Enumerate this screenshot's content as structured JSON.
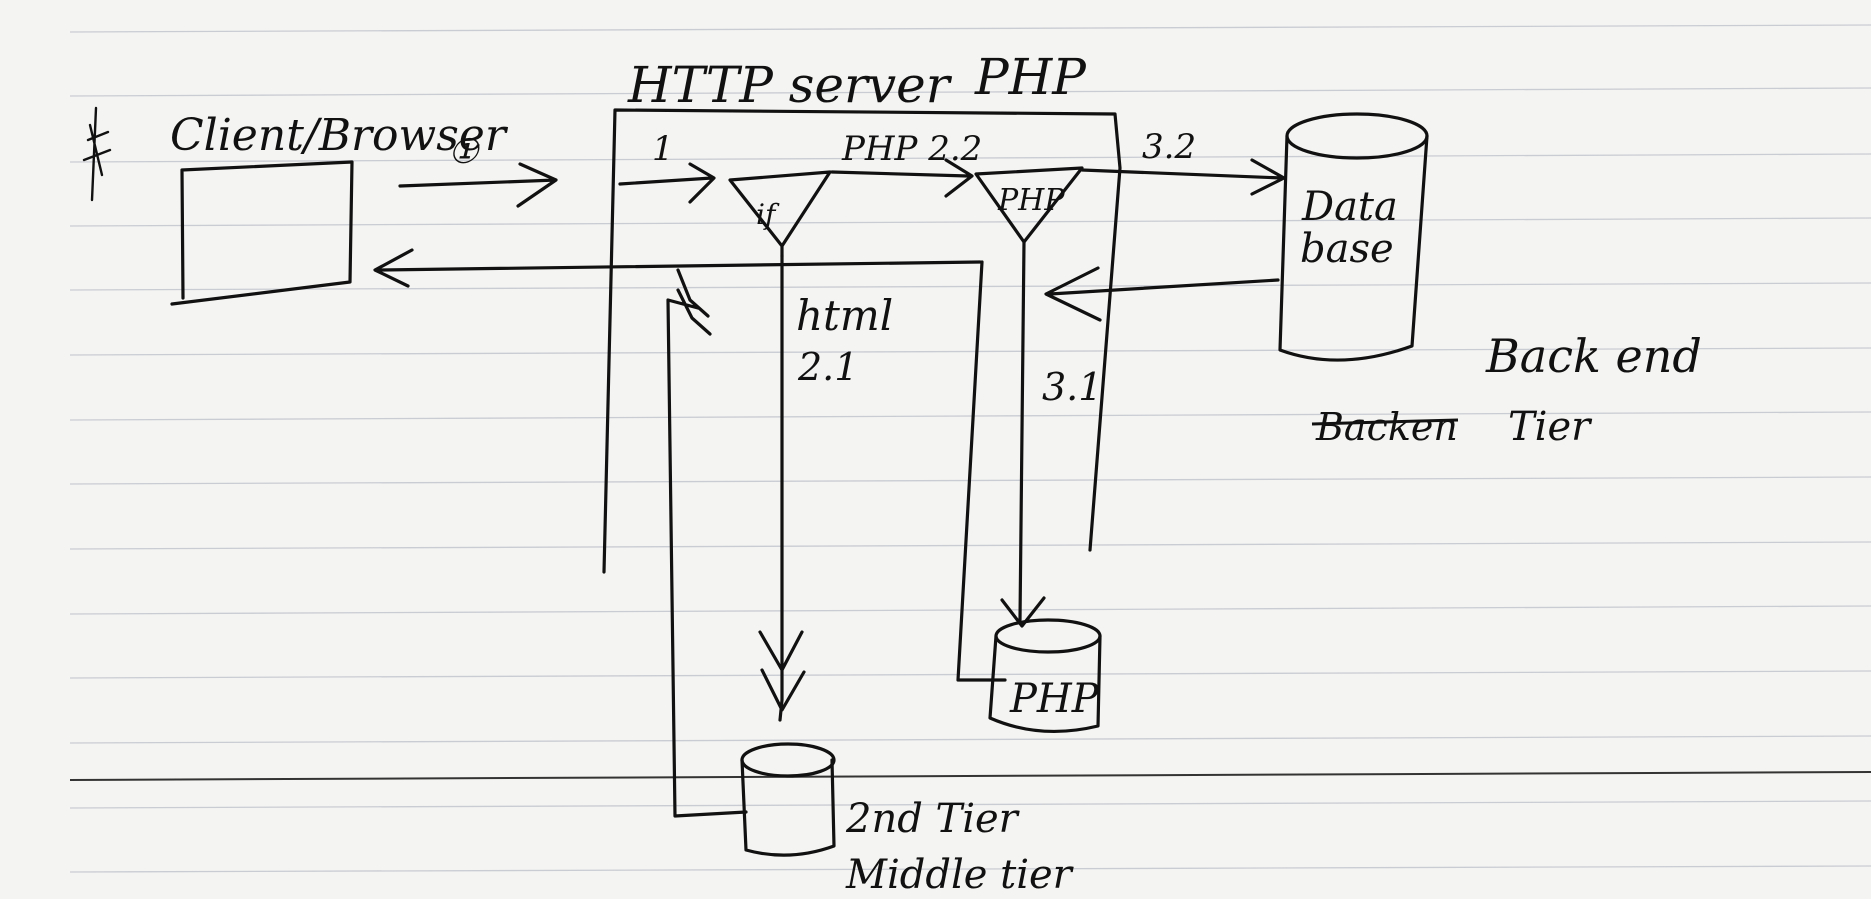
{
  "labels": {
    "client": "Client/Browser",
    "step_circle": "①",
    "http_server": "HTTP server",
    "php_header": "PHP",
    "step_1": "1",
    "php_step": "PHP 2.2",
    "step_3_2": "3.2",
    "if_funnel": "if",
    "php_funnel": "PHP",
    "database": [
      "Data",
      "base"
    ],
    "html_label": "html",
    "step_2_1": "2.1",
    "step_3_1": "3.1",
    "backend": [
      "Back end",
      "Tier"
    ],
    "backend_struck": "Backen",
    "php_store": "PHP",
    "middle_tier": [
      "2nd Tier",
      "Middle tier"
    ]
  },
  "colors": {
    "ink": "#111111",
    "paper": "#f4f4f2",
    "rule": "#c9ccd3"
  }
}
